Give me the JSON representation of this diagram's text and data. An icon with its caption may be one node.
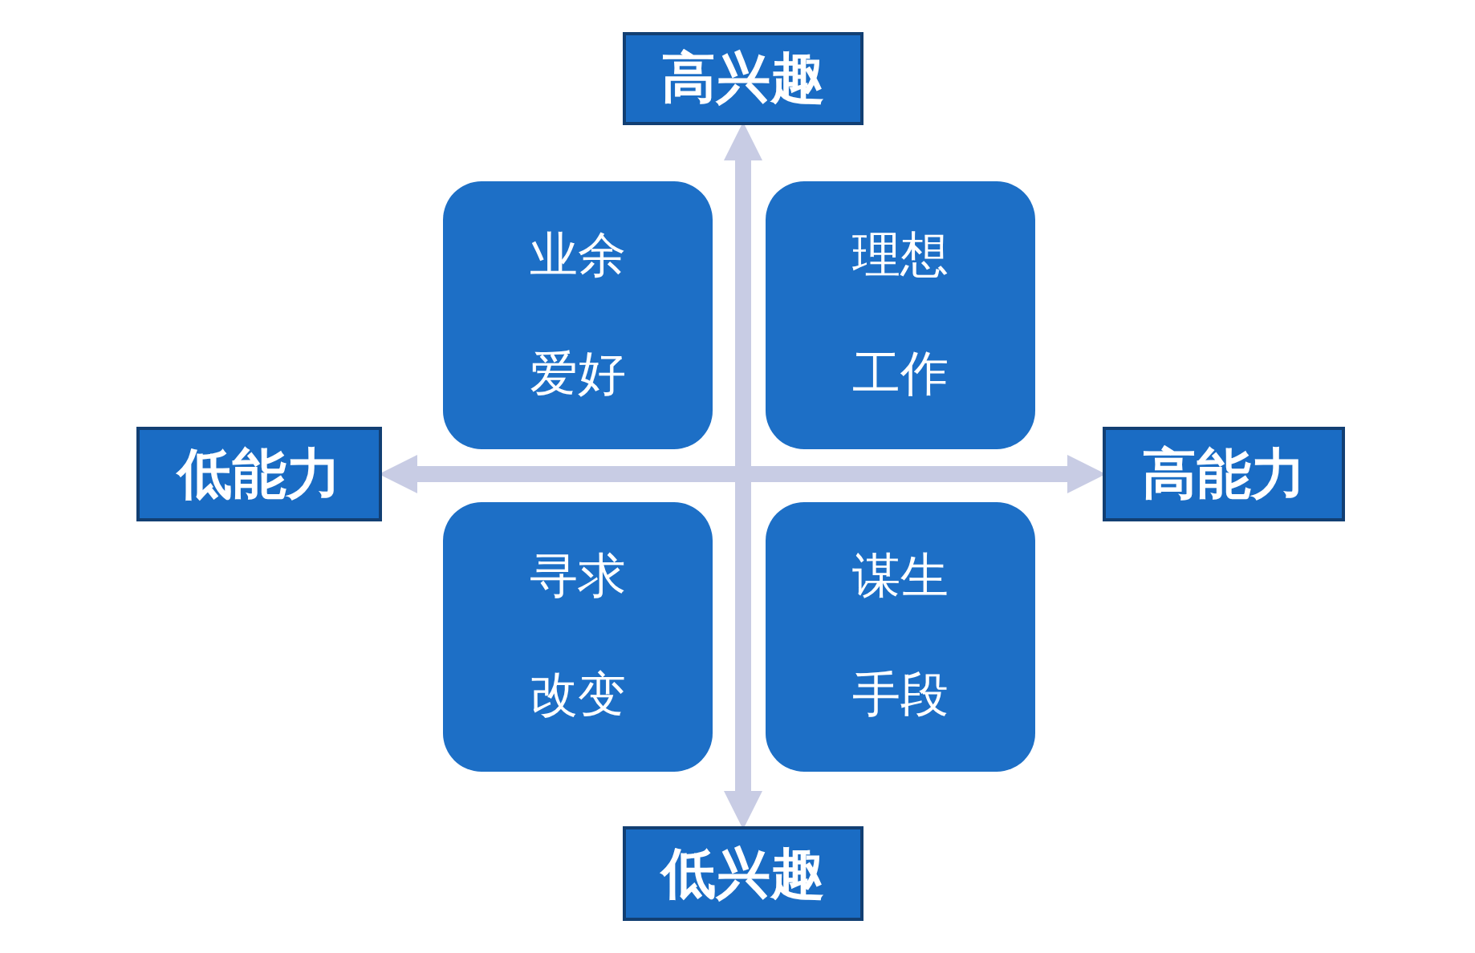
{
  "diagram": {
    "nodes": [
      {
        "text": [
          "高兴趣"
        ]
      },
      {
        "text": [
          "业余爱好"
        ]
      },
      {
        "text": [
          "理想工作"
        ]
      },
      {
        "text": [
          "低能力"
        ]
      },
      {
        "text": [
          "高能力"
        ]
      },
      {
        "text": [
          "寻求改变"
        ]
      },
      {
        "text": [
          "谋生手段"
        ]
      },
      {
        "text": [
          "低兴趣"
        ]
      }
    ],
    "edges": [
      {
        "from": 3,
        "to": 4,
        "arrow": "both"
      },
      {
        "from": 7,
        "to": 0,
        "arrow": "both"
      }
    ]
  }
}
